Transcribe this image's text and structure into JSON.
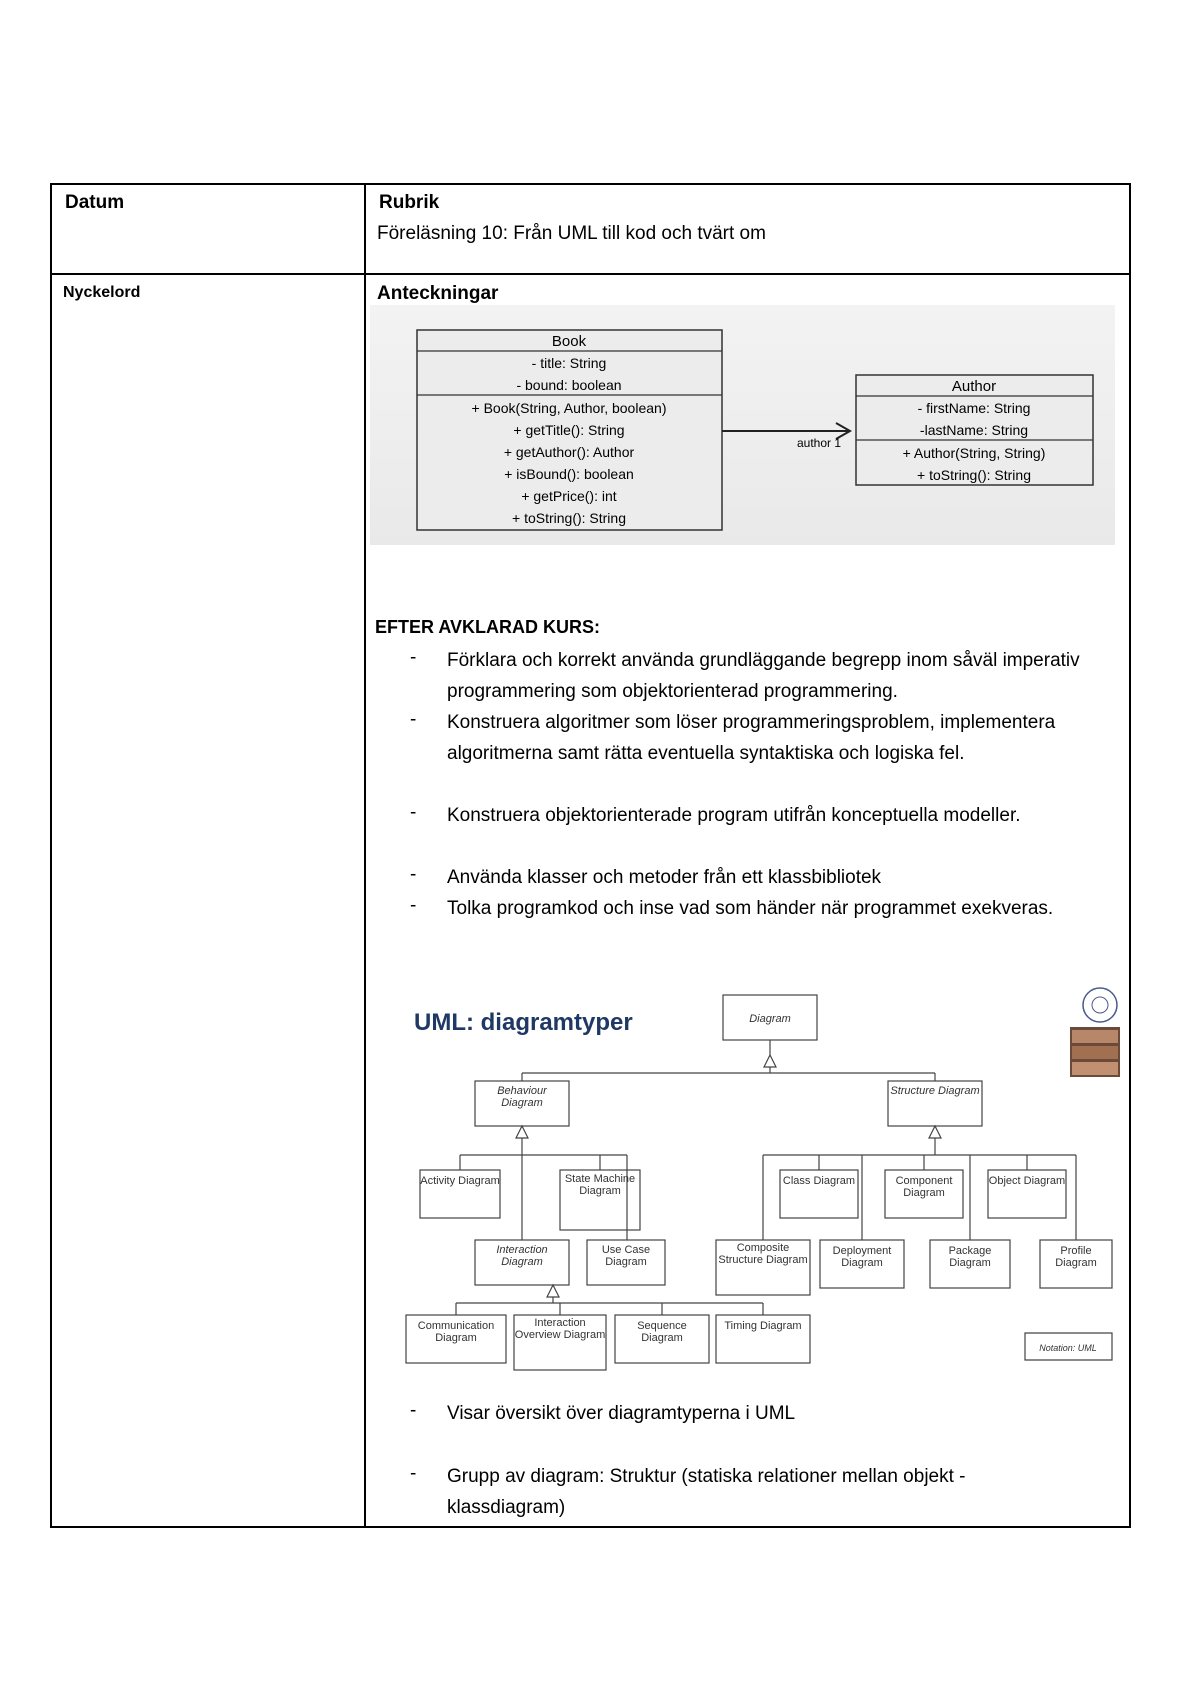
{
  "header": {
    "left_title": "Datum",
    "right_title": "Rubrik",
    "lecture_title": "Föreläsning 10: Från UML till kod och tvärt om"
  },
  "row2": {
    "left_title": "Nyckelord",
    "right_title": "Anteckningar"
  },
  "class_diagram": {
    "book": {
      "name": "Book",
      "attributes": [
        "- title: String",
        "- bound: boolean"
      ],
      "methods": [
        "+ Book(String, Author, boolean)",
        "+ getTitle(): String",
        "+ getAuthor(): Author",
        "+ isBound(): boolean",
        "+ getPrice(): int",
        "+ toString(): String"
      ]
    },
    "author": {
      "name": "Author",
      "attributes": [
        "- firstName: String",
        "-lastName: String"
      ],
      "methods": [
        "+ Author(String, String)",
        "+ toString(): String"
      ]
    },
    "association_label": "author 1"
  },
  "course_goals": {
    "title": "EFTER AVKLARAD KURS:",
    "items": [
      "Förklara och korrekt använda grundläggande begrepp inom såväl imperativ programmering som objektorienterad programmering.",
      "Konstruera algoritmer som löser programmeringsproblem, implementera algoritmerna samt rätta eventuella syntaktiska och logiska fel.",
      "Konstruera objektorienterade program utifrån konceptuella modeller.",
      "Använda klasser och metoder från ett klassbibliotek",
      "Tolka programkod och inse vad som händer när programmet exekveras."
    ]
  },
  "uml_types": {
    "title": "UML: diagramtyper",
    "root": "Diagram",
    "behavior": "Behaviour Diagram",
    "structure": "Structure Diagram",
    "activity": "Activity Diagram",
    "state_machine": "State Machine Diagram",
    "interaction": "Interaction Diagram",
    "use_case": "Use Case Diagram",
    "communication": "Communication Diagram",
    "interaction_overview": "Interaction Overview Diagram",
    "sequence": "Sequence Diagram",
    "timing": "Timing Diagram",
    "class": "Class Diagram",
    "component": "Component Diagram",
    "object": "Object Diagram",
    "composite": "Composite Structure Diagram",
    "deployment": "Deployment Diagram",
    "package": "Package Diagram",
    "profile": "Profile Diagram",
    "notation": "Notation: UML"
  },
  "bottom_notes": [
    "Visar översikt över diagramtyperna i UML",
    "Grupp av diagram: Struktur (statiska relationer mellan objekt - klassdiagram)"
  ],
  "dash": "-"
}
